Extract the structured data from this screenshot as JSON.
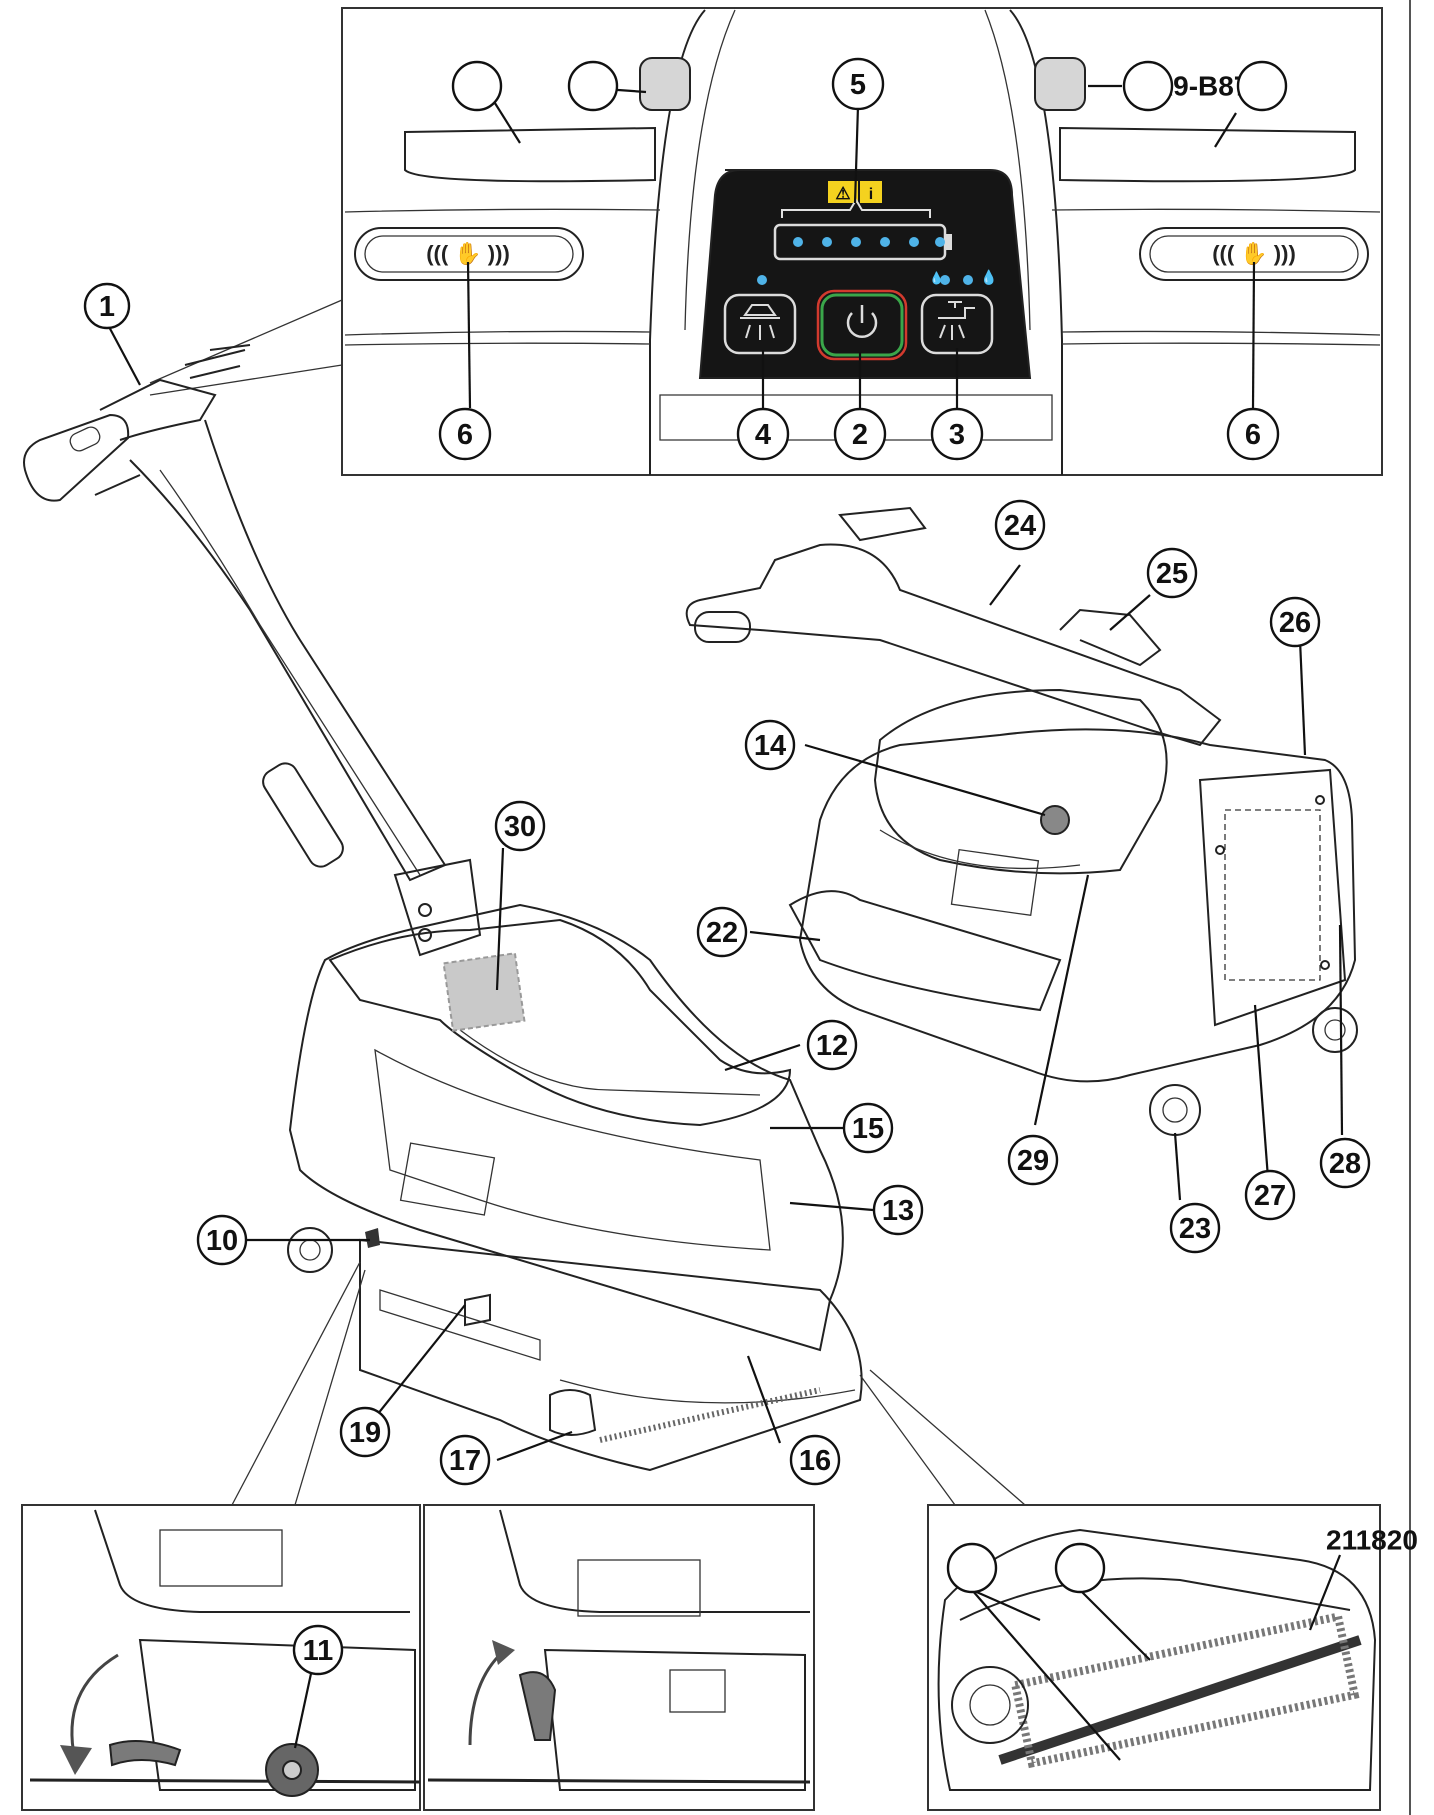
{
  "figure": {
    "part_code_top": "9-A9-B87",
    "part_code_bottom": "211820",
    "colors": {
      "line": "#222222",
      "panel_dark": "#151515",
      "led": "#4fb3e8",
      "warning_yellow": "#f4d21f",
      "power_ring_red": "#d23a2e",
      "power_ring_green": "#3aa64a",
      "label_hatch": "#bdbdbd"
    },
    "icons": [
      "warning-icon",
      "info-icon",
      "battery-gauge-icon",
      "brush-icon",
      "power-icon",
      "water-tap-icon",
      "hand-sensor-icon",
      "droplet-icon"
    ]
  },
  "callouts": [
    {
      "id": "c1",
      "label": "1"
    },
    {
      "id": "c2",
      "label": "2"
    },
    {
      "id": "c3",
      "label": "3"
    },
    {
      "id": "c4",
      "label": "4"
    },
    {
      "id": "c5",
      "label": "5"
    },
    {
      "id": "c6a",
      "label": "6"
    },
    {
      "id": "c6b",
      "label": "6"
    },
    {
      "id": "c10",
      "label": "10"
    },
    {
      "id": "c11",
      "label": "11"
    },
    {
      "id": "c12",
      "label": "12"
    },
    {
      "id": "c13",
      "label": "13"
    },
    {
      "id": "c14",
      "label": "14"
    },
    {
      "id": "c15",
      "label": "15"
    },
    {
      "id": "c16",
      "label": "16"
    },
    {
      "id": "c17",
      "label": "17"
    },
    {
      "id": "c19",
      "label": "19"
    },
    {
      "id": "c22",
      "label": "22"
    },
    {
      "id": "c23",
      "label": "23"
    },
    {
      "id": "c24",
      "label": "24"
    },
    {
      "id": "c25",
      "label": "25"
    },
    {
      "id": "c26",
      "label": "26"
    },
    {
      "id": "c27",
      "label": "27"
    },
    {
      "id": "c28",
      "label": "28"
    },
    {
      "id": "c29",
      "label": "29"
    },
    {
      "id": "c30",
      "label": "30"
    },
    {
      "id": "b1",
      "label": ""
    },
    {
      "id": "b2",
      "label": ""
    },
    {
      "id": "b3",
      "label": ""
    },
    {
      "id": "b4",
      "label": ""
    },
    {
      "id": "b5",
      "label": ""
    },
    {
      "id": "b6",
      "label": ""
    }
  ]
}
